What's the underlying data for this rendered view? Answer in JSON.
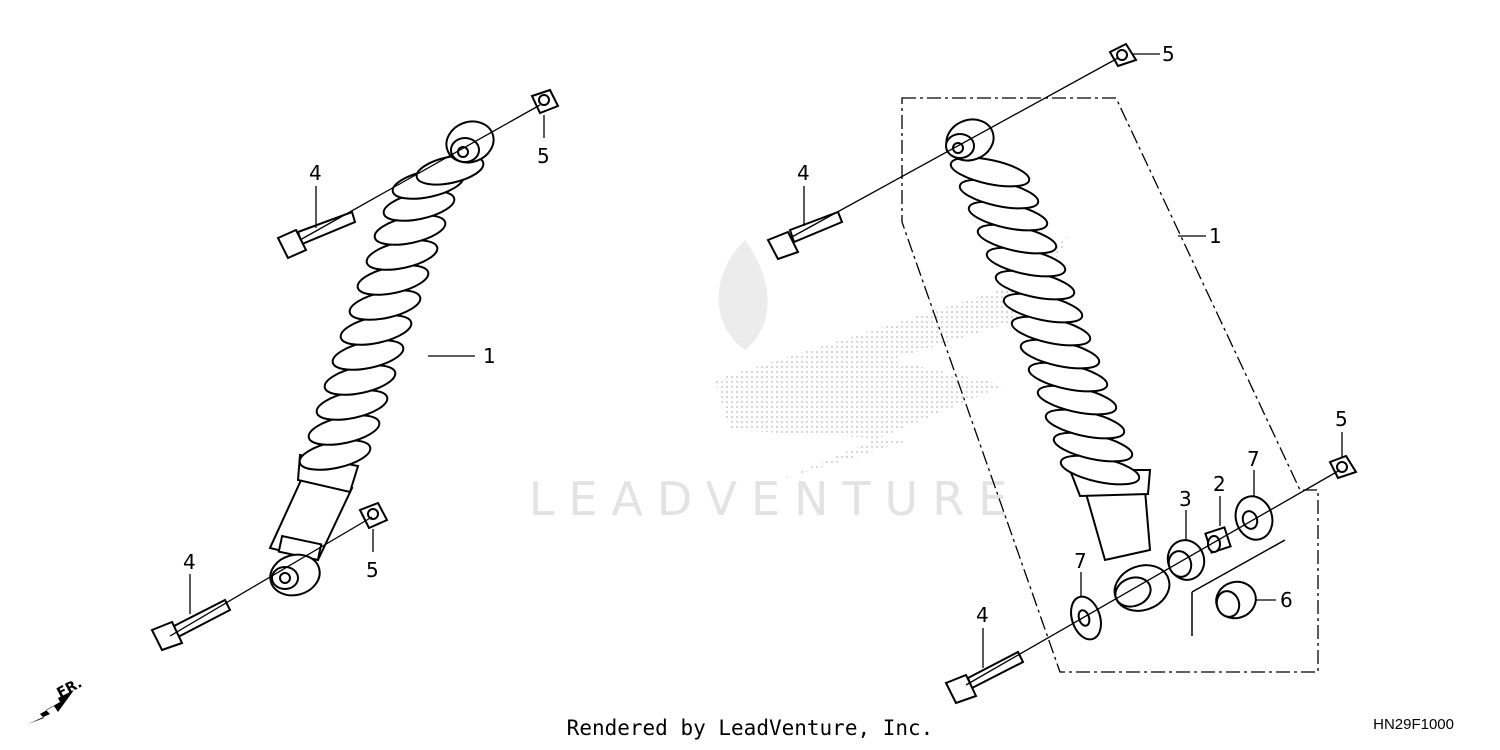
{
  "diagram": {
    "callouts": {
      "left_shock": "1",
      "left_upper_bolt": "4",
      "left_upper_nut": "5",
      "left_lower_bolt": "4",
      "left_lower_nut": "5",
      "right_assembly": "1",
      "right_upper_bolt": "4",
      "right_upper_nut": "5",
      "right_lower_bolt": "4",
      "right_lower_nut": "5",
      "collar": "2",
      "bushing": "3",
      "bearing": "6",
      "right_seal": "7",
      "left_seal": "7"
    },
    "direction_label": "FR.",
    "watermark_text": "LEADVENTURE"
  },
  "footer": {
    "rendered_by": "Rendered by LeadVenture, Inc.",
    "diagram_code": "HN29F1000"
  }
}
